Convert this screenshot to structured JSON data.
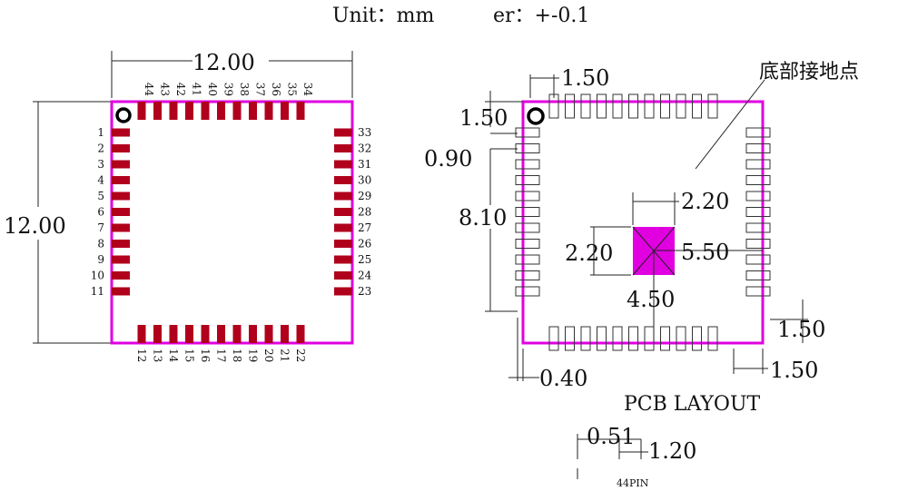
{
  "header": {
    "unit_text": "Unit：mm",
    "tolerance_text": "er：+-0.1"
  },
  "package": {
    "width_label": "12.00",
    "height_label": "12.00",
    "top_pins": [
      "44",
      "43",
      "42",
      "41",
      "40",
      "39",
      "38",
      "37",
      "36",
      "35",
      "34"
    ],
    "left_pins": [
      "1",
      "2",
      "3",
      "4",
      "5",
      "6",
      "7",
      "8",
      "9",
      "10",
      "11"
    ],
    "bottom_pins": [
      "12",
      "13",
      "14",
      "15",
      "16",
      "17",
      "18",
      "19",
      "20",
      "21",
      "22"
    ],
    "right_pins": [
      "33",
      "32",
      "31",
      "30",
      "29",
      "28",
      "27",
      "26",
      "25",
      "24",
      "23"
    ]
  },
  "layout": {
    "title": "PCB LAYOUT",
    "ground_note": "底部接地点",
    "dim_top_offset": "1.50",
    "dim_left_offset": "1.50",
    "dim_pitch": "0.90",
    "dim_span": "8.10",
    "dim_gnd_width": "2.20",
    "dim_gnd_height": "2.20",
    "dim_gnd_x": "4.50",
    "dim_gnd_y": "5.50",
    "dim_right_offset": "1.50",
    "dim_bottom_offset": "1.50",
    "dim_pad_gap": "0.40",
    "colors": {
      "outline": "#e000e0",
      "pad": "#b0001c",
      "ground_pad": "#e000e0"
    }
  },
  "pad_detail": {
    "dim_width": "0.51",
    "dim_length": "1.20",
    "pin_count_label": "44PIN"
  }
}
